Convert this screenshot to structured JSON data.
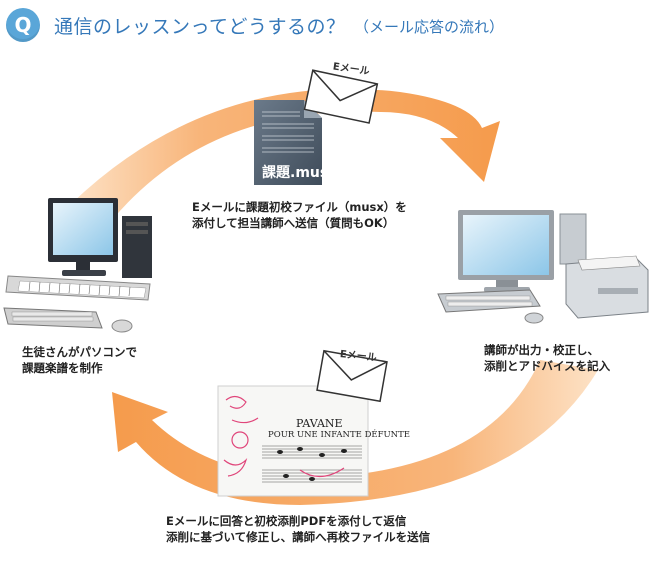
{
  "header": {
    "badge": "Q",
    "title": "通信のレッスンってどうするの？",
    "subtitle": "（メール応答の流れ）"
  },
  "steps": {
    "top_caption": [
      "Eメールに課題初校ファイル（musx）を",
      "添付して担当講師へ送信（質問もOK）"
    ],
    "right_caption": [
      "講師が出力・校正し、",
      "添削とアドバイスを記入"
    ],
    "bottom_caption": [
      "Eメールに回答と初校添削PDFを添付して返信",
      "添削に基づいて修正し、講師へ再校ファイルを送信"
    ],
    "left_caption": [
      "生徒さんがパソコンで",
      "課題楽譜を制作"
    ]
  },
  "envelope_label_top": "Eメール",
  "envelope_label_bottom": "Eメール",
  "file_name": "課題.mus",
  "score": {
    "title": "PAVANE",
    "subtitle": "POUR UNE INFANTE DÉFUNTE"
  },
  "colors": {
    "accent": "#3578b9",
    "badge": "#5aa6d8",
    "arrow": "#f5a55e"
  }
}
